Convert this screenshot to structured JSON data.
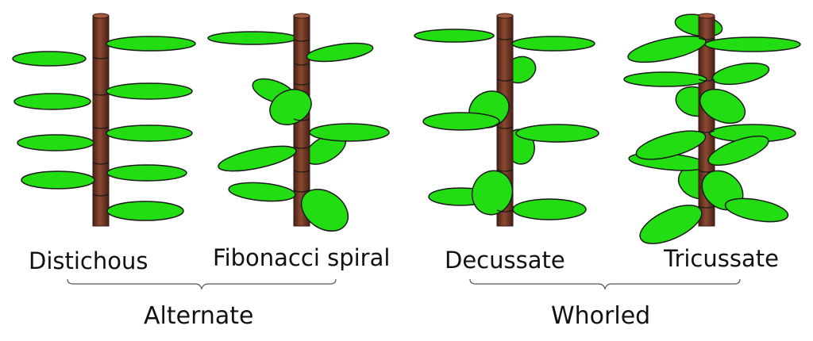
{
  "labels": {
    "distichous": "Distichous",
    "fibonacci": "Fibonacci spiral",
    "decussate": "Decussate",
    "tricussate": "Tricussate",
    "alternate": "Alternate",
    "whorled": "Whorled"
  },
  "colors": {
    "leaf": "#22dd11",
    "leaf_outline": "#1a1a1a",
    "stem": "#7a3b28",
    "stem_dark": "#4a2016",
    "stem_highlight": "#a35a40",
    "bracket": "#555555",
    "text": "#111111"
  }
}
